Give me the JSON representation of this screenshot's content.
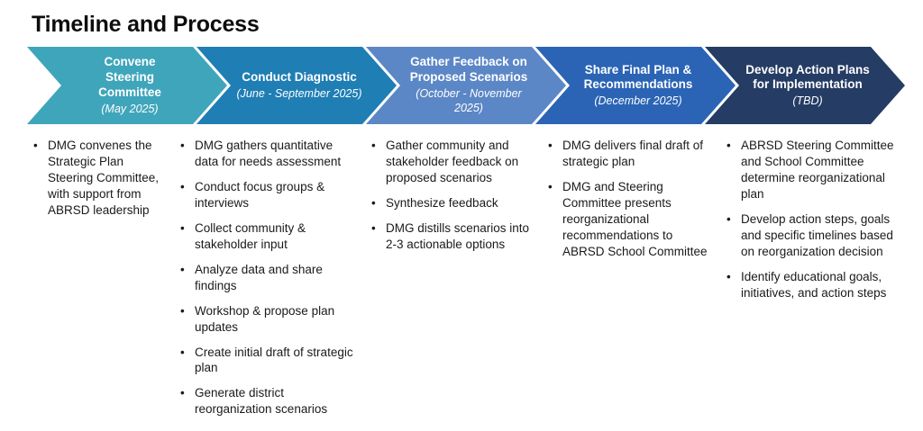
{
  "title": "Timeline and Process",
  "phases": [
    {
      "heading": "Convene Steering Committee",
      "date": "(May 2025)",
      "color": "#3FA5BB",
      "bullets": [
        "DMG convenes the Strategic Plan Steering Committee, with support from ABRSD leadership"
      ]
    },
    {
      "heading": "Conduct Diagnostic",
      "date": "(June - September 2025)",
      "color": "#1F7EB4",
      "bullets": [
        "DMG gathers quantitative data for needs assessment",
        "Conduct focus groups & interviews",
        "Collect community & stakeholder input",
        "Analyze data and share findings",
        "Workshop & propose plan updates",
        "Create initial draft of strategic plan",
        "Generate district reorganization scenarios"
      ]
    },
    {
      "heading": "Gather Feedback on Proposed Scenarios",
      "date": "(October - November 2025)",
      "color": "#5C87C6",
      "bullets": [
        "Gather community and stakeholder feedback on proposed scenarios",
        "Synthesize feedback",
        "DMG distills scenarios into  2-3 actionable options"
      ]
    },
    {
      "heading": "Share Final Plan & Recommendations",
      "date": "(December 2025)",
      "color": "#2B64B5",
      "bullets": [
        "DMG delivers final draft of strategic plan",
        "DMG and Steering Committee presents reorganizational recommendations to ABRSD School Committee"
      ]
    },
    {
      "heading": "Develop Action Plans for Implementation",
      "date": "(TBD)",
      "color": "#253C64",
      "bullets": [
        "ABRSD Steering Committee and School Committee determine reorganizational plan",
        "Develop action steps, goals and specific timelines based on reorganization decision",
        "Identify educational goals, initiatives, and action steps"
      ]
    }
  ]
}
